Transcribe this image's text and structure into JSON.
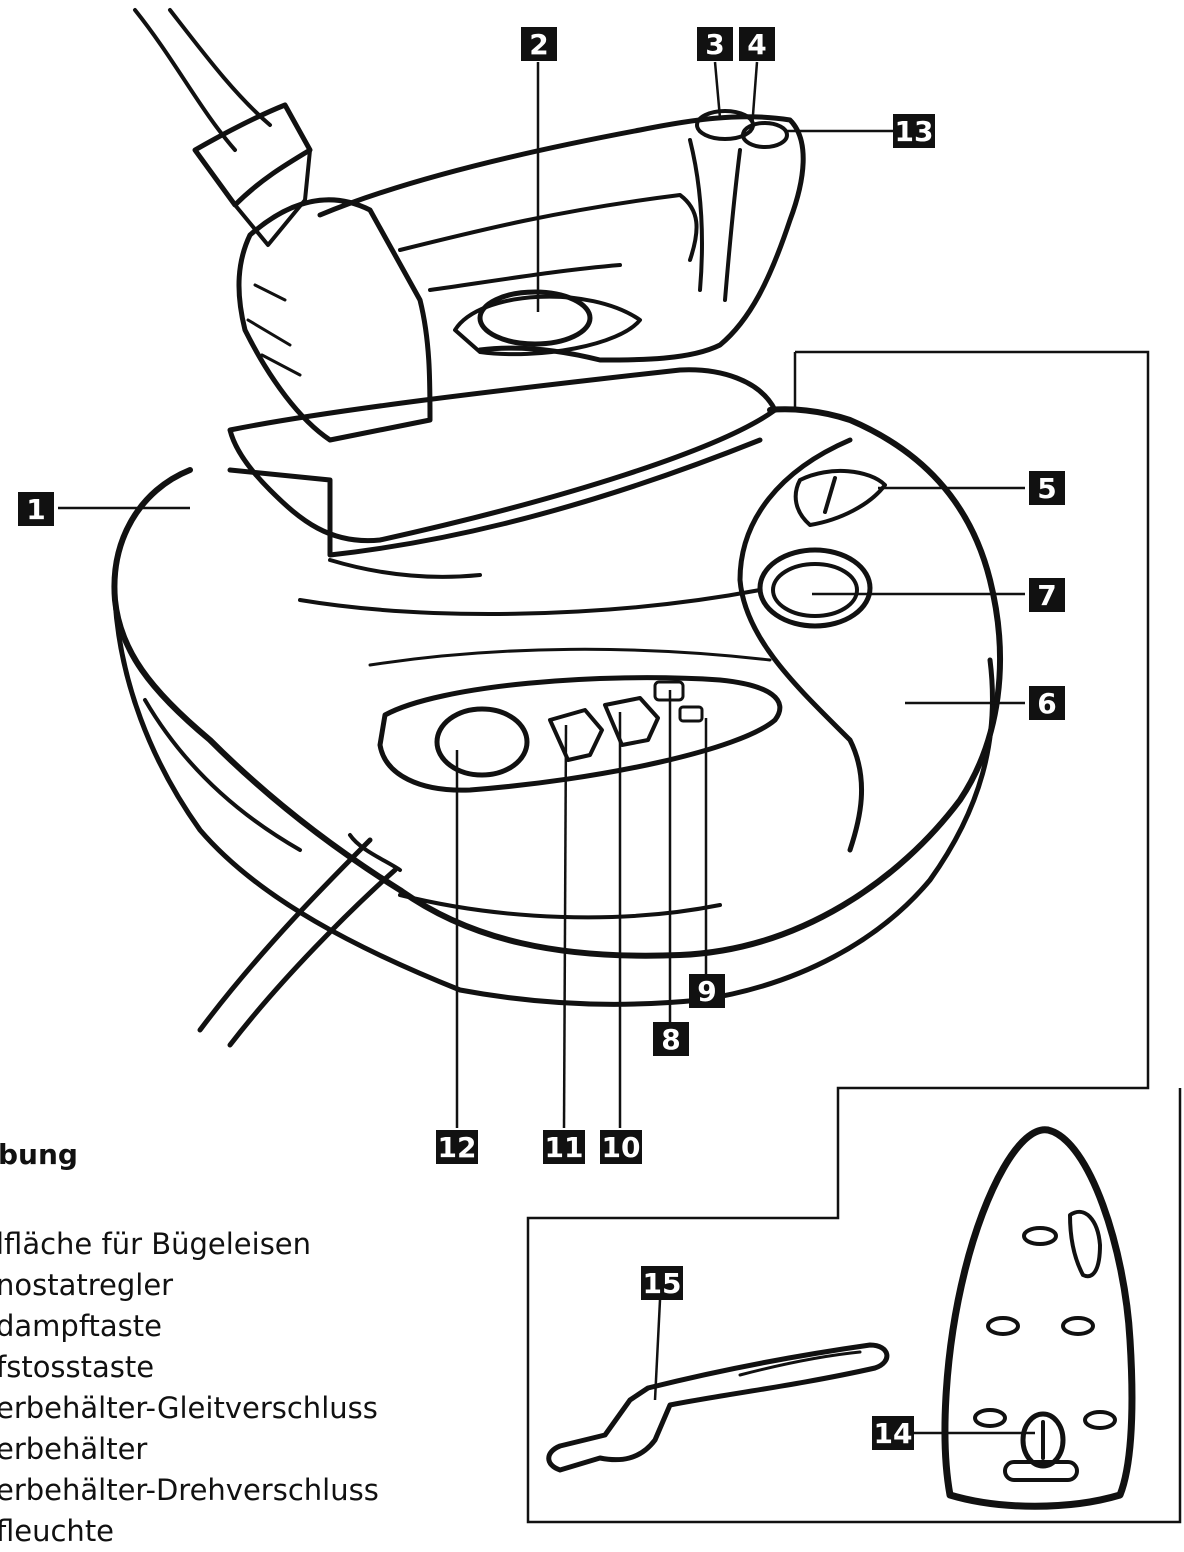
{
  "callouts": [
    "1",
    "2",
    "3",
    "4",
    "5",
    "6",
    "7",
    "8",
    "9",
    "10",
    "11",
    "12",
    "13",
    "14",
    "15"
  ],
  "legend": {
    "title": "bung",
    "items": [
      "lfläche für Bügeleisen",
      "nostatregler",
      "dampftaste",
      "fstosstaste",
      "erbehälter-Gleitverschluss",
      "erbehälter",
      "erbehälter-Drehverschluss",
      "fleuchte"
    ]
  },
  "colors": {
    "ink": "#111111",
    "paper": "#ffffff"
  }
}
